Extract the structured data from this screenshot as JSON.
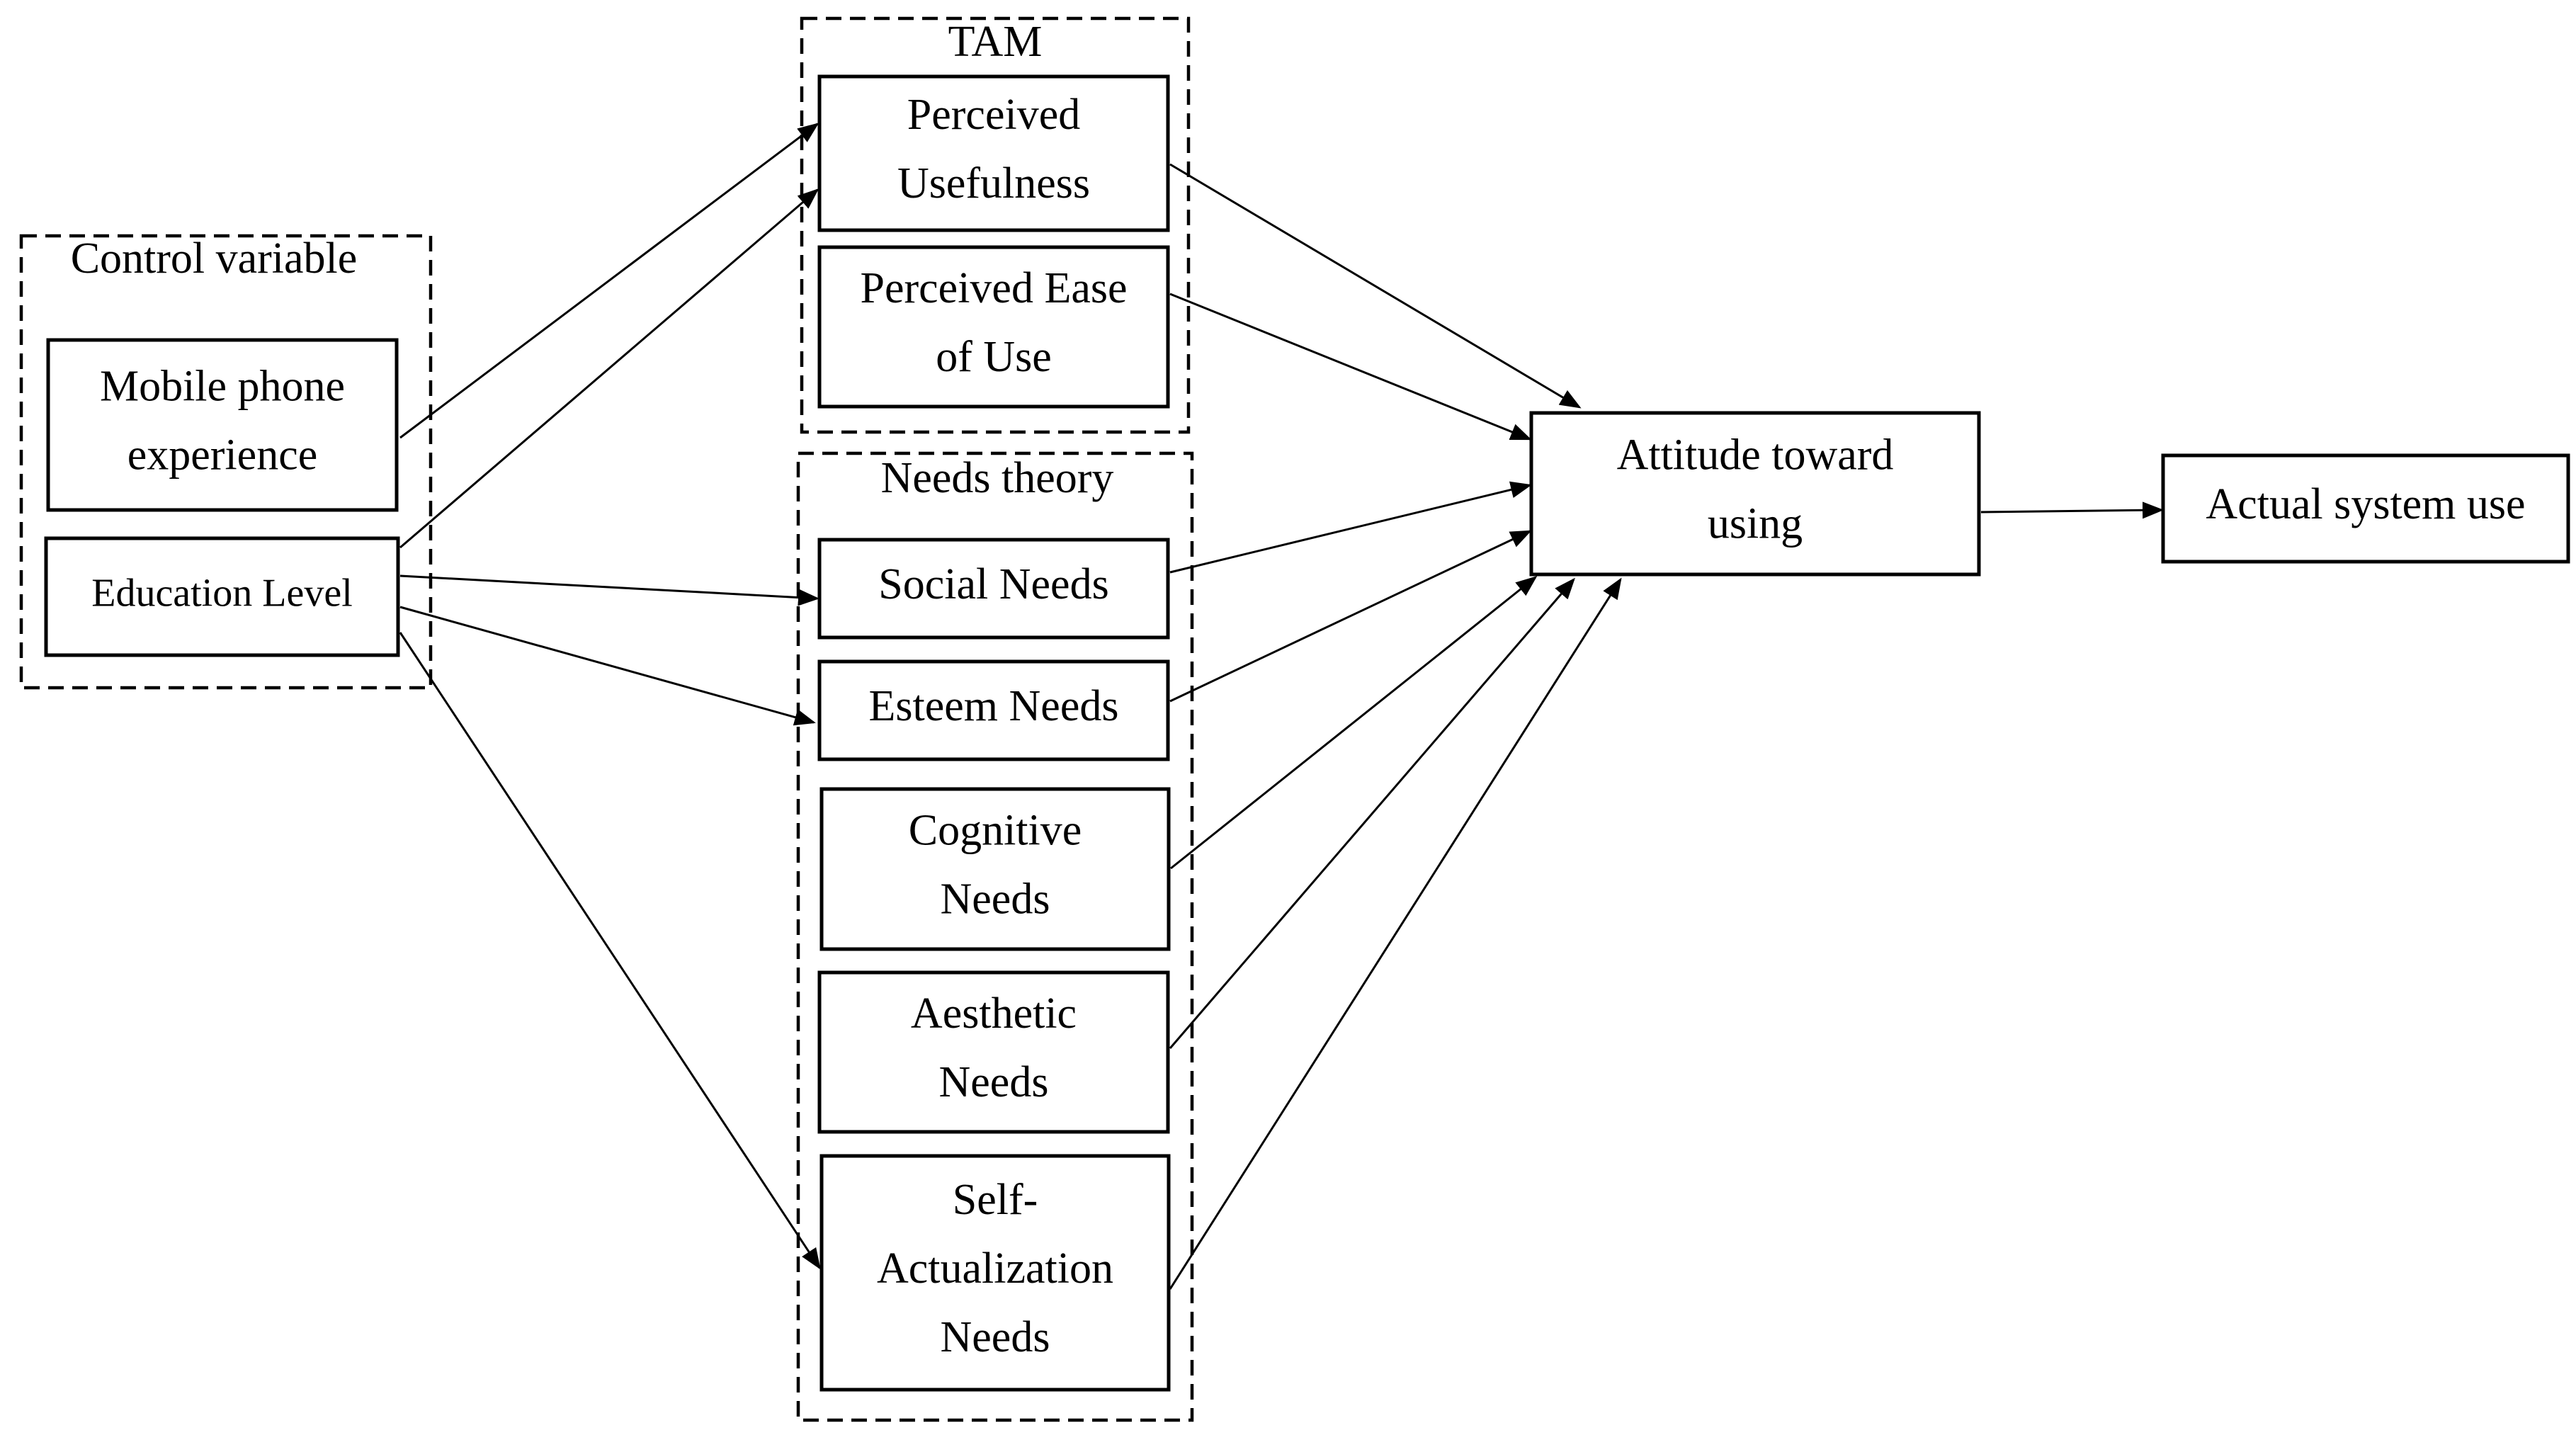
{
  "groups": {
    "control": {
      "title": "Control variable"
    },
    "tam": {
      "title": "TAM"
    },
    "needs": {
      "title": "Needs theory"
    }
  },
  "nodes": {
    "mobile_phone_experience": {
      "lines": [
        "Mobile phone",
        "experience"
      ]
    },
    "education_level": {
      "lines": [
        "Education Level"
      ]
    },
    "perceived_usefulness": {
      "lines": [
        "Perceived",
        "Usefulness"
      ]
    },
    "perceived_ease_of_use": {
      "lines": [
        "Perceived Ease",
        "of Use"
      ]
    },
    "social_needs": {
      "lines": [
        "Social Needs"
      ]
    },
    "esteem_needs": {
      "lines": [
        "Esteem Needs"
      ]
    },
    "cognitive_needs": {
      "lines": [
        "Cognitive",
        "Needs"
      ]
    },
    "aesthetic_needs": {
      "lines": [
        "Aesthetic",
        "Needs"
      ]
    },
    "self_actualization_needs": {
      "lines": [
        "Self-",
        "Actualization",
        "Needs"
      ]
    },
    "attitude_toward_using": {
      "lines": [
        "Attitude toward",
        "using"
      ]
    },
    "actual_system_use": {
      "lines": [
        "Actual system use"
      ]
    }
  },
  "edges": [
    {
      "from": "mobile_phone_experience",
      "to": "perceived_usefulness"
    },
    {
      "from": "education_level",
      "to": "perceived_usefulness"
    },
    {
      "from": "education_level",
      "to": "social_needs"
    },
    {
      "from": "education_level",
      "to": "esteem_needs"
    },
    {
      "from": "education_level",
      "to": "self_actualization_needs"
    },
    {
      "from": "perceived_usefulness",
      "to": "attitude_toward_using"
    },
    {
      "from": "perceived_ease_of_use",
      "to": "attitude_toward_using"
    },
    {
      "from": "social_needs",
      "to": "attitude_toward_using"
    },
    {
      "from": "esteem_needs",
      "to": "attitude_toward_using"
    },
    {
      "from": "cognitive_needs",
      "to": "attitude_toward_using"
    },
    {
      "from": "aesthetic_needs",
      "to": "attitude_toward_using"
    },
    {
      "from": "self_actualization_needs",
      "to": "attitude_toward_using"
    },
    {
      "from": "attitude_toward_using",
      "to": "actual_system_use"
    }
  ]
}
